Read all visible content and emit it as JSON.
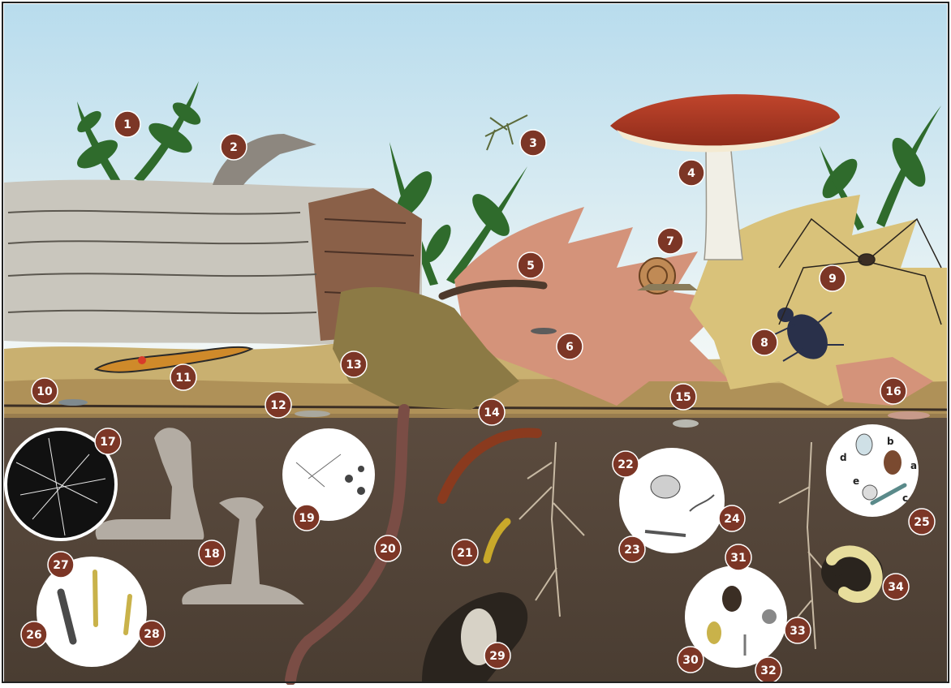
{
  "illustration": {
    "markers": [
      "1",
      "2",
      "3",
      "4",
      "5",
      "6",
      "7",
      "8",
      "9",
      "10",
      "11",
      "12",
      "13",
      "14",
      "15",
      "16",
      "17",
      "18",
      "19",
      "20",
      "21",
      "22",
      "23",
      "24",
      "25",
      "26",
      "27",
      "28",
      "29",
      "30",
      "31",
      "32",
      "33",
      "34"
    ],
    "inset_25_letters": [
      "a",
      "b",
      "c",
      "d",
      "e"
    ]
  },
  "colors": {
    "sky_top": "#b8dced",
    "sky_bottom": "#f4f8f6",
    "soil": "#55463a",
    "marker": "#7c3626",
    "marker_text": "#ffffff",
    "fern": "#2f6b2c",
    "mushroom_cap": "#a8321f",
    "log": "#c9c6bd"
  }
}
